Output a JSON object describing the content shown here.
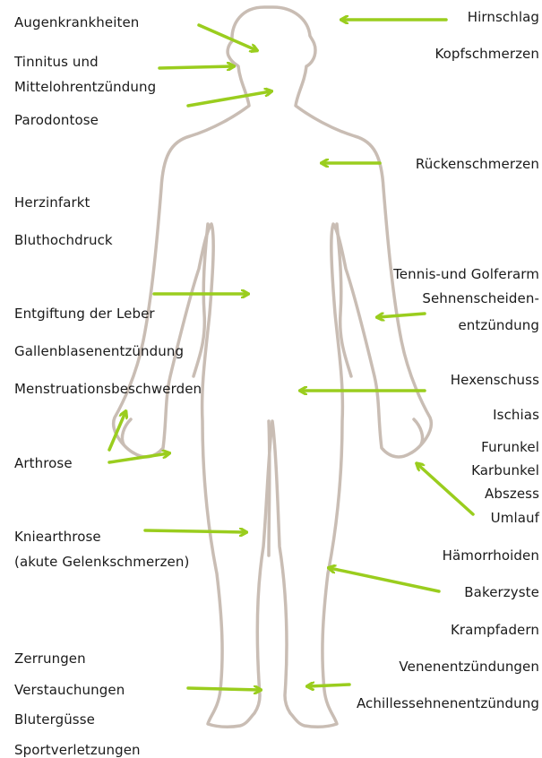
{
  "colors": {
    "arrow": "#9acd1e",
    "body_outline": "#c9bdb4",
    "text": "#1a1a1a"
  },
  "labels": {
    "augenkrankheiten": "Augenkrankheiten",
    "tinnitus_1": "Tinnitus und",
    "tinnitus_2": "Mittelohrentzündung",
    "parodontose": "Parodontose",
    "herzinfarkt": "Herzinfarkt",
    "bluthochdruck": "Bluthochdruck",
    "entgiftung": "Entgiftung der Leber",
    "gallenblase": "Gallenblasenentzündung",
    "menstruation": "Menstruationsbeschwerden",
    "arthrose": "Arthrose",
    "kniearthrose_1": "Kniearthrose",
    "kniearthrose_2": "(akute Gelenkschmerzen)",
    "zerrungen": "Zerrungen",
    "verstauchungen": "Verstauchungen",
    "blutergusse": "Blutergüsse",
    "sportverletzungen": "Sportverletzungen",
    "hirnschlag": "Hirnschlag",
    "kopfschmerzen": "Kopfschmerzen",
    "ruckenschmerzen": "Rückenschmerzen",
    "tennis": "Tennis-und Golferarm",
    "sehnen_1": "Sehnenscheiden-",
    "sehnen_2": "entzündung",
    "hexenschuss": "Hexenschuss",
    "ischias": "Ischias",
    "furunkel": "Furunkel",
    "karbunkel": "Karbunkel",
    "abszess": "Abszess",
    "umlauf": "Umlauf",
    "hamorrhoiden": "Hämorrhoiden",
    "bakerzyste": "Bakerzyste",
    "krampfadern": "Krampfadern",
    "venen": "Venenentzündungen",
    "achilles": "Achillessehnenentzündung"
  }
}
